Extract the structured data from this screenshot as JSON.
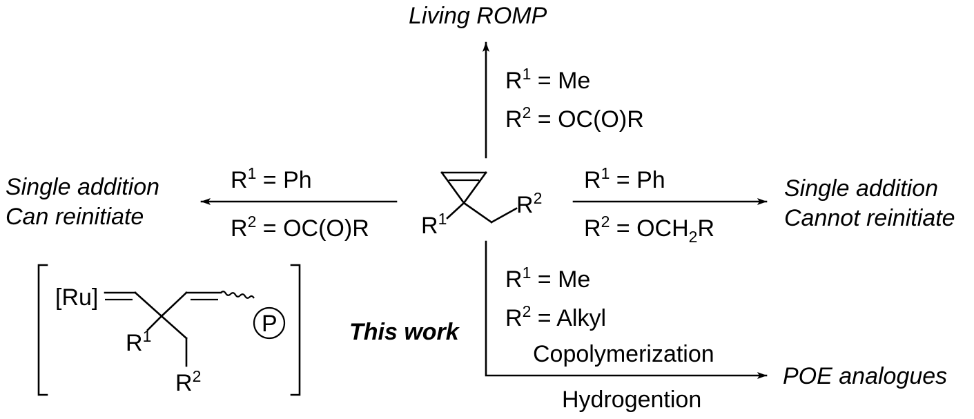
{
  "top": {
    "outcome": "Living ROMP",
    "r1_label": "R",
    "r1_sup": "1",
    "r1_value": " = Me",
    "r2_label": "R",
    "r2_sup": "2",
    "r2_value": " = OC(O)R"
  },
  "left": {
    "outcome_line1": "Single addition",
    "outcome_line2": "Can reinitiate",
    "r1_label": "R",
    "r1_sup": "1",
    "r1_value": " = Ph",
    "r2_label": "R",
    "r2_sup": "2",
    "r2_value": " = OC(O)R"
  },
  "right": {
    "outcome_line1": "Single addition",
    "outcome_line2": "Cannot reinitiate",
    "r1_label": "R",
    "r1_sup": "1",
    "r1_value": " = Ph",
    "r2_label": "R",
    "r2_sup": "2",
    "r2_value_a": " = OCH",
    "r2_sub": "2",
    "r2_value_b": "R"
  },
  "bottom": {
    "r1_label": "R",
    "r1_sup": "1",
    "r1_value": " = Me",
    "r2_label": "R",
    "r2_sup": "2",
    "r2_value": " = Alkyl",
    "step1": "Copolymerization",
    "step2": "Hydrogention",
    "outcome": "POE analogues"
  },
  "center_molecule": {
    "r1_label": "R",
    "r1_sup": "1",
    "r2_label": "R",
    "r2_sup": "2"
  },
  "bracket_structure": {
    "metal": "[Ru]",
    "polymer": "P",
    "r1_label": "R",
    "r1_sup": "1",
    "r2_label": "R",
    "r2_sup": "2"
  },
  "this_work": "This work"
}
